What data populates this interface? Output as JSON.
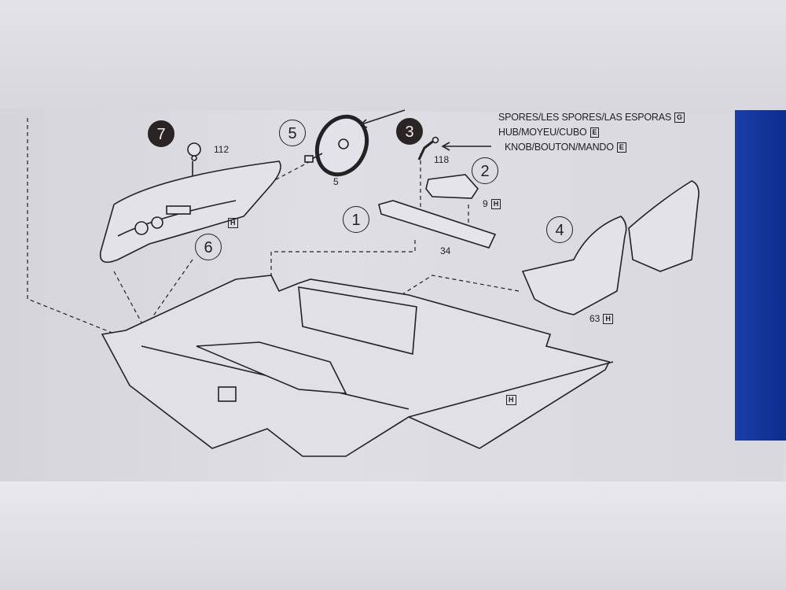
{
  "labels": [
    {
      "text": "SPORES/LES SPORES/LAS ESPORAS",
      "code": "G"
    },
    {
      "text": "HUB/MOYEU/CUBO",
      "code": "E"
    },
    {
      "text": "KNOB/BOUTON/MANDO",
      "code": "E"
    }
  ],
  "steps": [
    "7",
    "5",
    "3",
    "2",
    "1",
    "4",
    "6"
  ],
  "parts": {
    "gauge": "112",
    "wheel": "5",
    "knob": "118",
    "armrest": "9",
    "console": "34",
    "seats": "63"
  },
  "codes": {
    "armrest": "H",
    "dash": "H",
    "seats": "H",
    "floor": "H"
  },
  "colors": {
    "paper": "#dedee4",
    "ink": "#222222",
    "blue": "#1a3ea8"
  }
}
